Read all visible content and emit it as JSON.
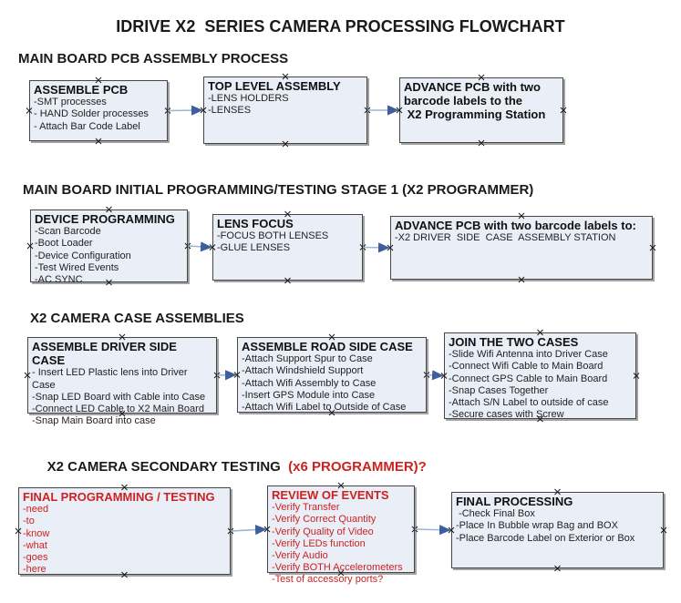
{
  "title": "IDRIVE X2  SERIES CAMERA PROCESSING FLOWCHART",
  "colors": {
    "red": "#cc2222",
    "box_fill": "#e9eef7",
    "box_border": "#464646",
    "arrow_line": "#9fb2d1",
    "arrow_head": "#3e5f9e",
    "connection_mark": "#1a1a1a"
  },
  "sections": [
    {
      "heading": "MAIN BOARD PCB ASSEMBLY PROCESS",
      "boxes": [
        {
          "title": "ASSEMBLE PCB",
          "lines": [
            "-SMT processes",
            "- HAND Solder processes",
            "- Attach Bar Code Label"
          ]
        },
        {
          "title": "TOP LEVEL ASSEMBLY",
          "lines": [
            "-LENS HOLDERS",
            "-LENSES"
          ]
        },
        {
          "title": "ADVANCE PCB with two\nbarcode labels to the\n X2 Programming Station",
          "lines": []
        }
      ]
    },
    {
      "heading": "MAIN BOARD INITIAL PROGRAMMING/TESTING STAGE 1 (X2 PROGRAMMER)",
      "boxes": [
        {
          "title": "DEVICE PROGRAMMING",
          "lines": [
            "-Scan Barcode",
            "-Boot Loader",
            "-Device Configuration",
            "-Test Wired Events",
            "-AC SYNC"
          ]
        },
        {
          "title": "LENS FOCUS",
          "lines": [
            "-FOCUS BOTH LENSES",
            "-GLUE LENSES"
          ]
        },
        {
          "title": "ADVANCE PCB with two barcode labels to:",
          "lines": [
            "-X2 DRIVER  SIDE  CASE  ASSEMBLY STATION"
          ]
        }
      ]
    },
    {
      "heading": "X2 CAMERA CASE ASSEMBLIES",
      "boxes": [
        {
          "title": "ASSEMBLE DRIVER SIDE CASE",
          "lines": [
            "- Insert LED Plastic lens into Driver Case",
            "-Snap LED Board with Cable into Case",
            "-Connect LED Cable to X2 Main Board",
            "-Snap Main Board into case"
          ]
        },
        {
          "title": "ASSEMBLE ROAD SIDE CASE",
          "lines": [
            "-Attach Support Spur to Case",
            "-Attach Windshield Support",
            "-Attach Wifi Assembly to Case",
            "-Insert GPS Module into Case",
            "-Attach Wifi Label to Outside of Case"
          ]
        },
        {
          "title": "JOIN THE TWO CASES",
          "lines": [
            "-Slide Wifi Antenna into Driver Case",
            "-Connect Wifi Cable to Main Board",
            "-Connect GPS Cable to Main Board",
            "-Snap Cases Together",
            "-Attach S/N Label to outside of case",
            "-Secure cases with Screw"
          ]
        }
      ]
    },
    {
      "heading": "X2 CAMERA SECONDARY TESTING  ",
      "heading_red": "(x6 PROGRAMMER)?",
      "boxes": [
        {
          "title": "FINAL PROGRAMMING / TESTING",
          "lines": [
            "-need",
            "-to",
            "-know",
            "-what",
            "-goes",
            "-here"
          ]
        },
        {
          "title": "REVIEW OF EVENTS",
          "lines": [
            "-Verify Transfer",
            "-Verify Correct Quantity",
            "-Verify Quality of Video",
            "-Verify LEDs function",
            "-Verify Audio",
            "-Verify BOTH Accelerometers",
            "-Test of accessory ports?"
          ]
        },
        {
          "title": "FINAL PROCESSING",
          "lines": [
            " -Check Final Box",
            "-Place In Bubble wrap Bag and BOX",
            "-Place Barcode Label on Exterior or Box"
          ]
        }
      ]
    }
  ]
}
